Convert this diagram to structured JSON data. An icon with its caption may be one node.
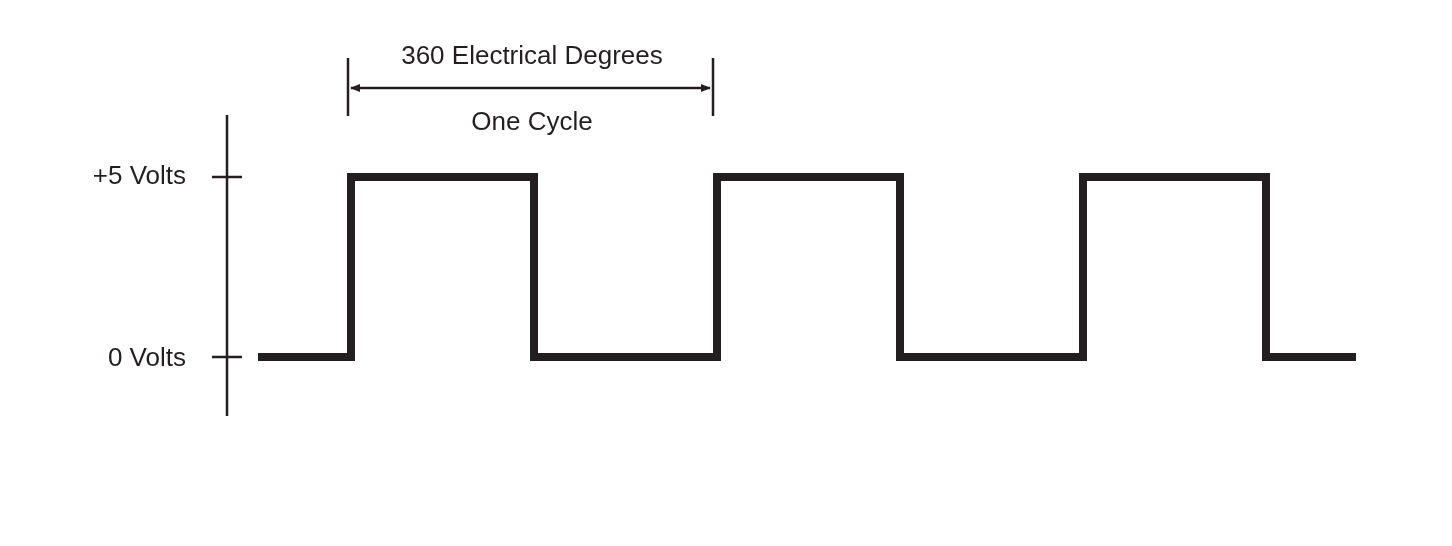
{
  "diagram": {
    "labels": [
      "360 Electrical Degrees",
      "One Cycle",
      "+5 Volts",
      "0 Volts"
    ]
  }
}
